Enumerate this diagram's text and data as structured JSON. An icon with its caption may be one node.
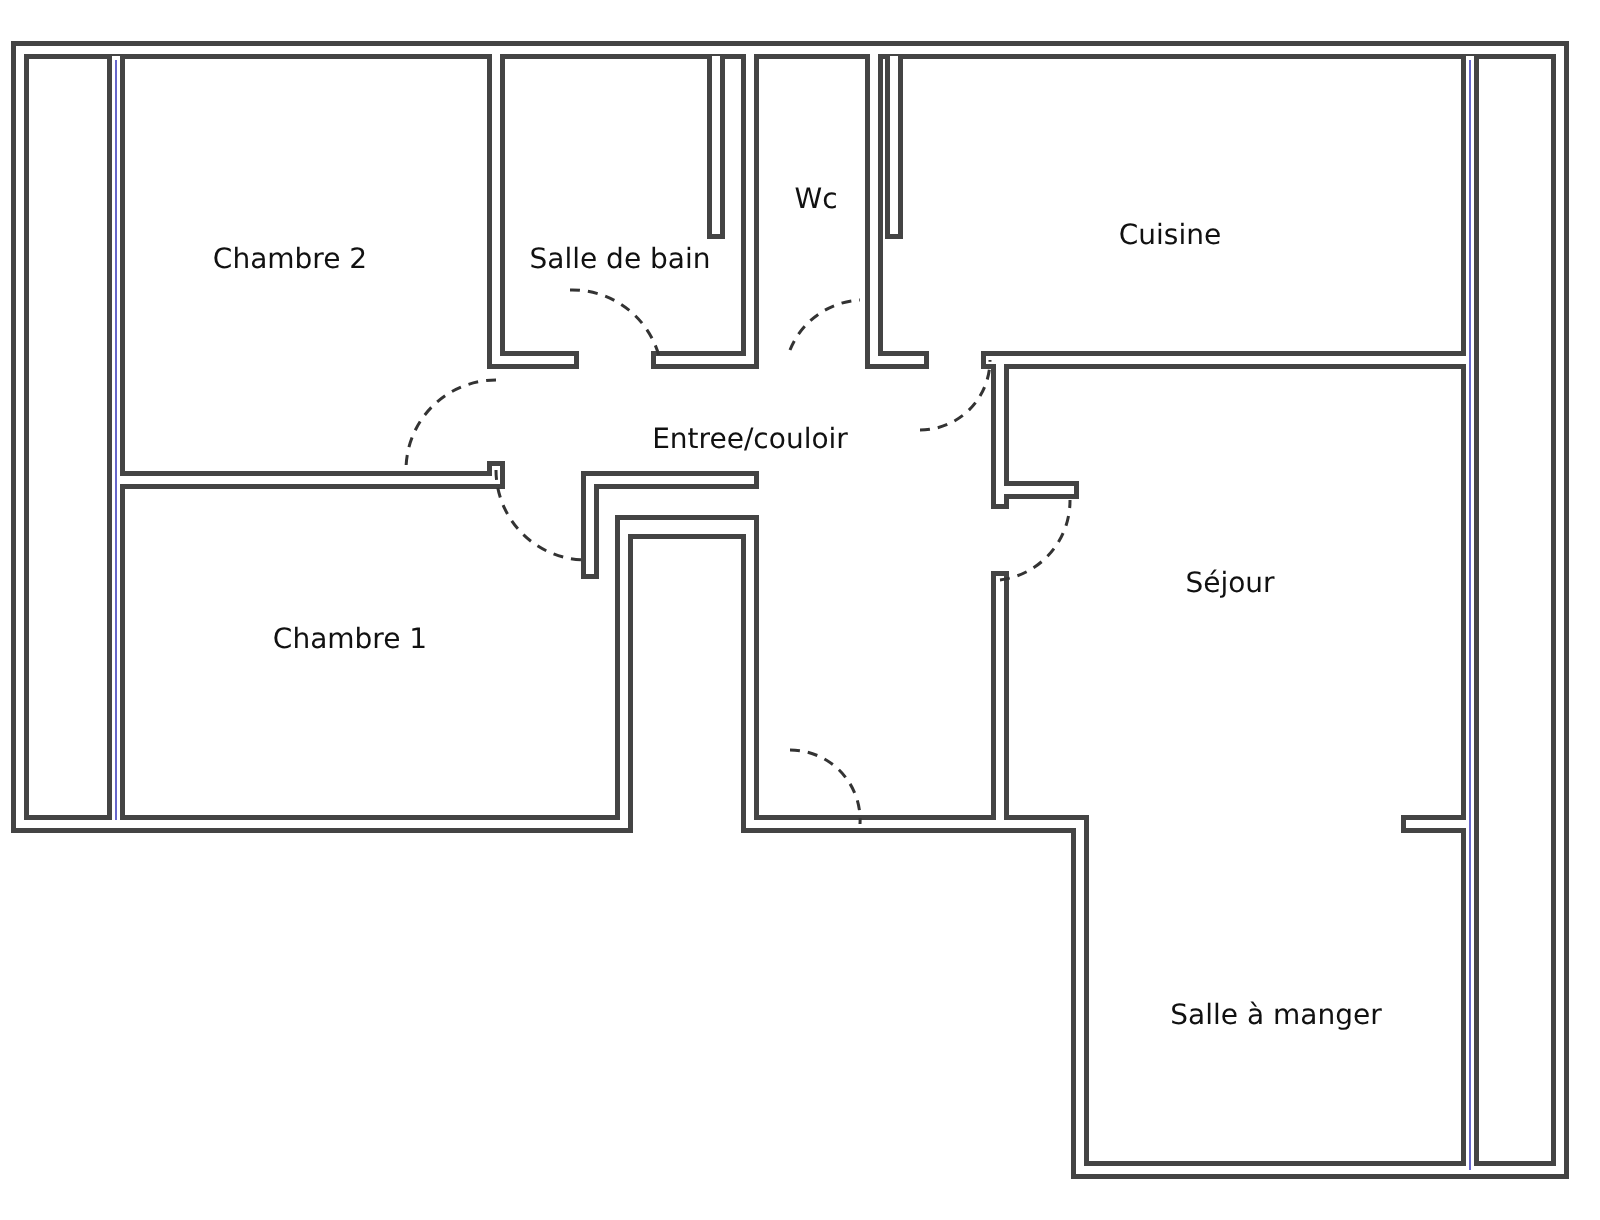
{
  "diagram": {
    "labels": [
      "Chambre 2",
      "Salle de bain",
      "Wc",
      "Cuisine",
      "Entree/couloir",
      "Séjour",
      "Chambre 1",
      "Salle à manger"
    ]
  }
}
